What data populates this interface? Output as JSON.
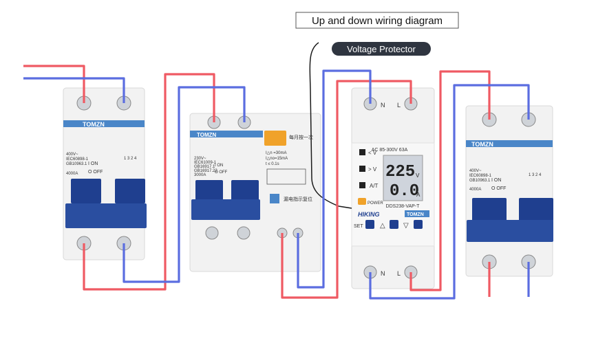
{
  "title": "Up and down wiring diagram",
  "subtitle": "Voltage Protector",
  "colors": {
    "live_wire": "#ef5a63",
    "neutral_wire": "#5b6de0",
    "breaker_handle": "#1f3f8f",
    "brand_stripe": "#4a86c8",
    "orange_button": "#f0a22a",
    "lcd": "#cfd4dc",
    "badge": "#2f3540"
  },
  "breaker_left": {
    "brand": "TOMZN",
    "spec_lines": [
      "400V~",
      "IEC60898-1",
      "GB10963.1",
      "4000A"
    ],
    "on_label": "I ON",
    "off_label": "O OFF",
    "terminal_numbers": "1 3 2 4"
  },
  "rcbo": {
    "brand": "TOMZN",
    "spec_lines": [
      "230V~",
      "IEC61009-1",
      "GB16917.1",
      "GB16917.22",
      "3000A"
    ],
    "on_label": "I ON",
    "off_label": "O OFF",
    "test_button_text": "每月按一次",
    "params": [
      "I△n =30mA",
      "I△no=15mA",
      "t ≤ 0.1s"
    ],
    "reset_text": "漏电指示复位"
  },
  "protector": {
    "top_terminals": [
      "N",
      "L"
    ],
    "bottom_terminals": [
      "N",
      "L"
    ],
    "spec": "AC 85-300V  63A",
    "buttons": [
      "< V",
      "> V",
      "A/T"
    ],
    "power_label": "POWER",
    "voltage_reading": "225",
    "voltage_unit": "V",
    "current_reading": "0.0",
    "current_unit": "A",
    "model": "DDS238-VAP-T",
    "logo": "HIKING",
    "brand": "TOMZN",
    "set_label": "SET",
    "up_symbol": "△",
    "down_symbol": "▽"
  },
  "breaker_right": {
    "brand": "TOMZN",
    "spec_lines": [
      "400V~",
      "IEC60898-1",
      "GB10963.1",
      "4000A"
    ],
    "on_label": "I ON",
    "off_label": "O OFF",
    "terminal_numbers": "1 3 2 4"
  }
}
